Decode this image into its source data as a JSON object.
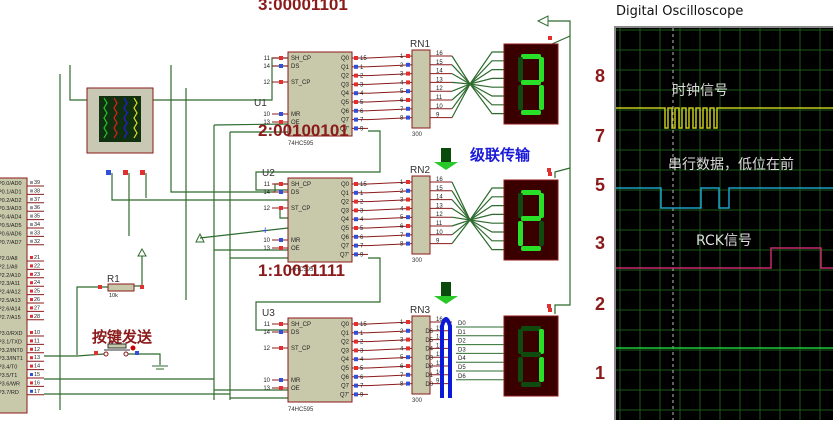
{
  "schematic": {
    "chips": [
      {
        "ref": "U1",
        "part": "74HC595",
        "header": "3:00001101",
        "pins_left": [
          {
            "num": "11",
            "name": "SH_CP"
          },
          {
            "num": "14",
            "name": "DS"
          },
          {
            "num": "12",
            "name": "ST_CP"
          },
          {
            "num": "10",
            "name": "MR"
          },
          {
            "num": "13",
            "name": "OE"
          }
        ],
        "pins_right": [
          {
            "name": "Q0",
            "num": "15"
          },
          {
            "name": "Q1",
            "num": "1"
          },
          {
            "name": "Q2",
            "num": "2"
          },
          {
            "name": "Q3",
            "num": "3"
          },
          {
            "name": "Q4",
            "num": "4"
          },
          {
            "name": "Q5",
            "num": "5"
          },
          {
            "name": "Q6",
            "num": "6"
          },
          {
            "name": "Q7",
            "num": "7"
          },
          {
            "name": "Q7'",
            "num": "9"
          }
        ]
      },
      {
        "ref": "U2",
        "part": "74HC595",
        "header": "2:00100101",
        "pins_left": [
          {
            "num": "11",
            "name": "SH_CP"
          },
          {
            "num": "14",
            "name": "DS"
          },
          {
            "num": "12",
            "name": "ST_CP"
          },
          {
            "num": "10",
            "name": "MR"
          },
          {
            "num": "13",
            "name": "OE"
          }
        ],
        "pins_right": [
          {
            "name": "Q0",
            "num": "15"
          },
          {
            "name": "Q1",
            "num": "1"
          },
          {
            "name": "Q2",
            "num": "2"
          },
          {
            "name": "Q3",
            "num": "3"
          },
          {
            "name": "Q4",
            "num": "4"
          },
          {
            "name": "Q5",
            "num": "5"
          },
          {
            "name": "Q6",
            "num": "6"
          },
          {
            "name": "Q7",
            "num": "7"
          },
          {
            "name": "Q7'",
            "num": "9"
          }
        ]
      },
      {
        "ref": "U3",
        "part": "74HC595",
        "header": "1:10011111",
        "pins_left": [
          {
            "num": "11",
            "name": "SH_CP"
          },
          {
            "num": "14",
            "name": "DS"
          },
          {
            "num": "12",
            "name": "ST_CP"
          },
          {
            "num": "10",
            "name": "MR"
          },
          {
            "num": "13",
            "name": "OE"
          }
        ],
        "pins_right": [
          {
            "name": "Q0",
            "num": "15"
          },
          {
            "name": "Q1",
            "num": "1"
          },
          {
            "name": "Q2",
            "num": "2"
          },
          {
            "name": "Q3",
            "num": "3"
          },
          {
            "name": "Q4",
            "num": "4"
          },
          {
            "name": "Q5",
            "num": "5"
          },
          {
            "name": "Q6",
            "num": "6"
          },
          {
            "name": "Q7",
            "num": "7"
          },
          {
            "name": "Q7'",
            "num": "9"
          }
        ]
      }
    ],
    "resistor_networks": [
      {
        "ref": "RN1",
        "value": "300",
        "left_pins": [
          "1",
          "2",
          "3",
          "4",
          "5",
          "6",
          "7",
          "8"
        ],
        "right_pins": [
          "16",
          "15",
          "14",
          "13",
          "12",
          "11",
          "10",
          "9"
        ]
      },
      {
        "ref": "RN2",
        "value": "300",
        "left_pins": [
          "1",
          "2",
          "3",
          "4",
          "5",
          "6",
          "7",
          "8"
        ],
        "right_pins": [
          "16",
          "15",
          "14",
          "13",
          "12",
          "11",
          "10",
          "9"
        ]
      },
      {
        "ref": "RN3",
        "value": "300",
        "left_pins": [
          "1",
          "2",
          "3",
          "4",
          "5",
          "6",
          "7",
          "8"
        ],
        "right_pins": [
          "16",
          "15",
          "14",
          "13",
          "12",
          "11",
          "10",
          "9"
        ]
      }
    ],
    "bus_labels_left": [
      "D6",
      "D5",
      "D4",
      "D3",
      "D2",
      "D1",
      "D0"
    ],
    "bus_labels_right": [
      "D0",
      "D1",
      "D2",
      "D3",
      "D4",
      "D5",
      "D6"
    ],
    "displays": [
      {
        "name": "display-1",
        "digit": "3",
        "segments_on": [
          "a",
          "b",
          "c",
          "d",
          "g",
          "f_dim"
        ]
      },
      {
        "name": "display-2",
        "digit": "2",
        "segments_on": [
          "a",
          "b",
          "g",
          "e",
          "d"
        ]
      },
      {
        "name": "display-3",
        "digit": "1",
        "segments_on": [
          "b",
          "c"
        ]
      }
    ],
    "cascade_label": "级联传输",
    "button_label": "按键发送",
    "resistor": {
      "ref": "R1",
      "value": "10k"
    },
    "mcu_pins": [
      {
        "name": "P0.0/AD0",
        "num": "39"
      },
      {
        "name": "P0.1/AD1",
        "num": "38"
      },
      {
        "name": "P0.2/AD2",
        "num": "37"
      },
      {
        "name": "P0.3/AD3",
        "num": "36"
      },
      {
        "name": "P0.4/AD4",
        "num": "35"
      },
      {
        "name": "P0.5/AD5",
        "num": "34"
      },
      {
        "name": "P0.6/AD6",
        "num": "33"
      },
      {
        "name": "P0.7/AD7",
        "num": "32"
      },
      {
        "name": "P2.0/A8",
        "num": "21"
      },
      {
        "name": "P2.1/A9",
        "num": "22"
      },
      {
        "name": "P2.2/A10",
        "num": "23"
      },
      {
        "name": "P2.3/A11",
        "num": "24"
      },
      {
        "name": "P2.4/A12",
        "num": "25"
      },
      {
        "name": "P2.5/A13",
        "num": "26"
      },
      {
        "name": "P2.6/A14",
        "num": "27"
      },
      {
        "name": "P2.7/A15",
        "num": "28"
      },
      {
        "name": "P3.0/RXD",
        "num": "10"
      },
      {
        "name": "P3.1/TXD",
        "num": "11"
      },
      {
        "name": "P3.2/INT0",
        "num": "12"
      },
      {
        "name": "P3.3/INT1",
        "num": "13"
      },
      {
        "name": "P3.4/T0",
        "num": "14"
      },
      {
        "name": "P3.5/T1",
        "num": "15"
      },
      {
        "name": "P3.6/WR",
        "num": "16"
      },
      {
        "name": "P3.7/RD",
        "num": "17"
      }
    ]
  },
  "oscilloscope": {
    "title": "Digital Oscilloscope",
    "channel_numbers": [
      "8",
      "7",
      "5",
      "3",
      "2",
      "1"
    ],
    "labels": {
      "clock": "时钟信号",
      "serial": "串行数据，低位在前",
      "rck": "RCK信号"
    },
    "colors": {
      "clock": "#c8c81e",
      "serial": "#1e9ec8",
      "rck": "#c8286e",
      "ch1": "#1ec83c",
      "grid": "#1a5a1a"
    }
  }
}
